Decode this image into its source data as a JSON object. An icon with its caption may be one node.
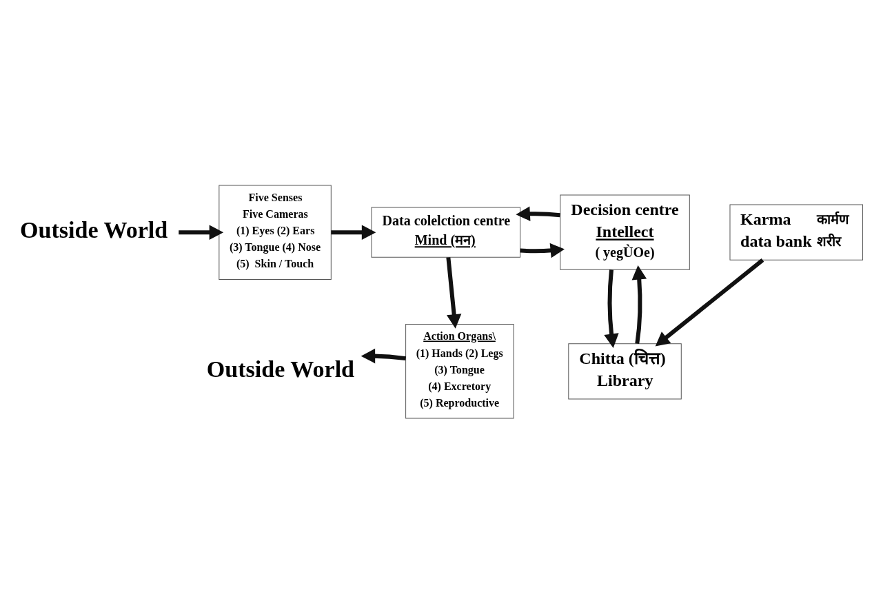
{
  "diagram": {
    "nodes": [
      {
        "text": [
          "Outside World"
        ]
      },
      {
        "text": [
          "Five Senses",
          "Five Cameras",
          "(1) Eyes (2) Ears",
          "(3) Tongue (4) Nose",
          "(5)  Skin / Touch"
        ]
      },
      {
        "text": [
          "Data colelction centre",
          "Mind (मन)"
        ]
      },
      {
        "text": [
          "Decision centre",
          "Intellect",
          "( yegÙOe)"
        ]
      },
      {
        "text": [
          "Action Organs\\",
          "(1) Hands (2) Legs",
          "(3) Tongue",
          "(4) Excretory",
          "(5) Reproductive"
        ]
      },
      {
        "text": [
          "Outside World"
        ]
      },
      {
        "text": [
          "Chitta (चित्त)",
          "Library"
        ]
      },
      {
        "text": [
          "Karma",
          "कार्मण",
          "data bank",
          "शरीर"
        ]
      }
    ],
    "edges": [
      {
        "from": 0,
        "to": 1,
        "arrow": "to"
      },
      {
        "from": 1,
        "to": 2,
        "arrow": "to"
      },
      {
        "from": 2,
        "to": 3,
        "arrow": "to"
      },
      {
        "from": 3,
        "to": 2,
        "arrow": "to"
      },
      {
        "from": 2,
        "to": 4,
        "arrow": "to"
      },
      {
        "from": 4,
        "to": 5,
        "arrow": "to"
      },
      {
        "from": 3,
        "to": 6,
        "arrow": "to"
      },
      {
        "from": 6,
        "to": 3,
        "arrow": "to"
      },
      {
        "from": 7,
        "to": 6,
        "arrow": "to"
      }
    ]
  }
}
